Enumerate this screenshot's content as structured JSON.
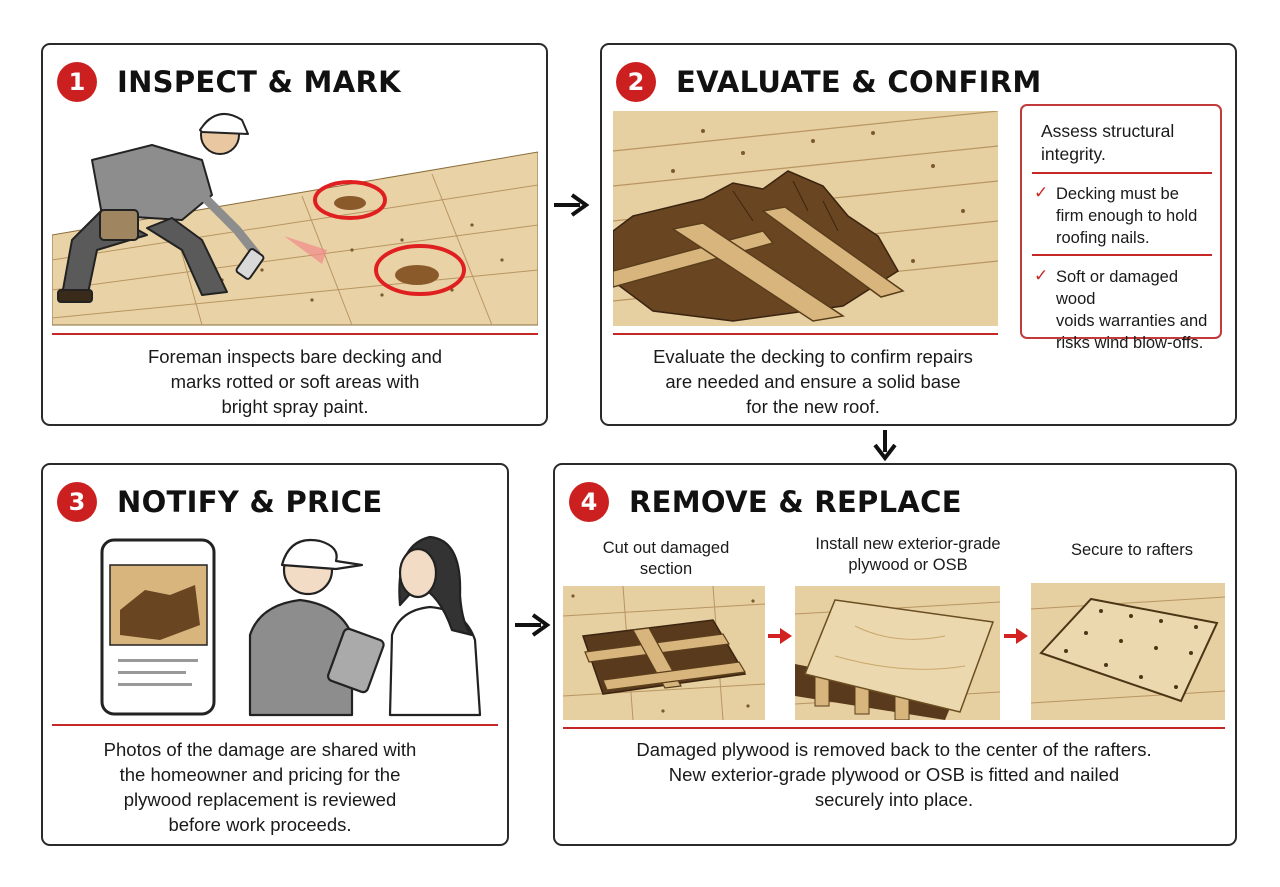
{
  "steps": [
    {
      "number": "1",
      "title": "INSPECT & MARK",
      "caption_lines": [
        "Foreman inspects bare decking and",
        "marks rotted or soft areas with",
        "bright spray paint."
      ]
    },
    {
      "number": "2",
      "title": "EVALUATE & CONFIRM",
      "caption_lines": [
        "Evaluate the decking to confirm repairs",
        "are needed and ensure a solid base",
        "for the new roof."
      ],
      "callout": {
        "intro_lines": [
          "Assess structural",
          "integrity."
        ],
        "items": [
          {
            "lines": [
              "Decking must be",
              "firm enough to hold",
              "roofing nails."
            ]
          },
          {
            "lines": [
              "Soft or damaged wood",
              "voids warranties and",
              "risks wind blow-offs."
            ]
          }
        ]
      }
    },
    {
      "number": "3",
      "title": "NOTIFY & PRICE",
      "caption_lines": [
        "Photos of the damage are shared with",
        "the homeowner and pricing for the",
        "plywood replacement is reviewed",
        "before work proceeds."
      ]
    },
    {
      "number": "4",
      "title": "REMOVE & REPLACE",
      "substeps": [
        {
          "lines": [
            "Cut out damaged",
            "section"
          ]
        },
        {
          "lines": [
            "Install new exterior-grade",
            "plywood or OSB"
          ]
        },
        {
          "lines": [
            "Secure to rafters"
          ]
        }
      ],
      "caption_lines": [
        "Damaged plywood is removed back to the center of the rafters.",
        "New exterior-grade plywood or OSB is fitted and nailed",
        "securely into place."
      ]
    }
  ],
  "colors": {
    "accent_red": "#cc2020",
    "wood": "#e6cfa0",
    "wood_dark": "#c9a76c",
    "border": "#2a2a2a"
  }
}
